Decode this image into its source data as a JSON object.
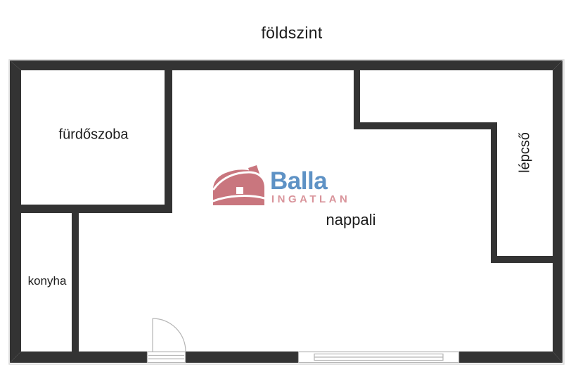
{
  "page": {
    "title": "földszint"
  },
  "floorplan": {
    "rooms": [
      {
        "id": "furdoszoba",
        "name": "fürdőszoba"
      },
      {
        "id": "konyha",
        "name": "konyha"
      },
      {
        "id": "nappali",
        "name": "nappali"
      },
      {
        "id": "lepcso",
        "name": "lépcső"
      }
    ]
  },
  "logo": {
    "brand": "Balla",
    "subtitle": "INGATLAN"
  },
  "colors": {
    "wall": "#333333",
    "background": "#ffffff",
    "text": "#1c1c1c",
    "line_gray": "#b5b5b5",
    "outline_gray": "#d9d9d9",
    "brand_blue": "#5e92c5",
    "brand_pink": "#c9767e",
    "subtitle_pink": "#d9949b"
  }
}
